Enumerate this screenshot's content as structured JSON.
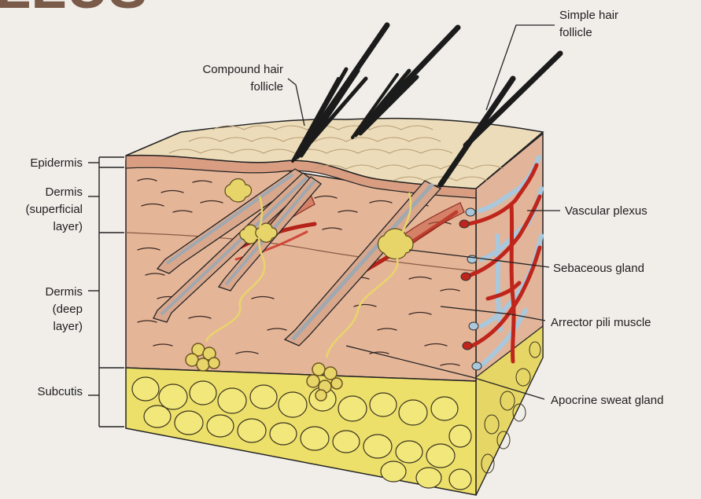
{
  "header": {
    "partial_title": "LLUS"
  },
  "labels": {
    "compound_hair_follicle": [
      "Compound hair",
      "follicle"
    ],
    "simple_hair_follicle": [
      "Simple hair",
      "follicle"
    ],
    "epidermis": [
      "Epidermis"
    ],
    "dermis_superficial": [
      "Dermis",
      "(superficial",
      "layer)"
    ],
    "dermis_deep": [
      "Dermis",
      "(deep",
      "layer)"
    ],
    "subcutis": [
      "Subcutis"
    ],
    "vascular_plexus": [
      "Vascular plexus"
    ],
    "sebaceous_gland": [
      "Sebaceous gland"
    ],
    "arrector_pili_muscle": [
      "Arrector pili muscle"
    ],
    "apocrine_sweat_gland": [
      "Apocrine sweat gland"
    ]
  },
  "colors": {
    "background": "#f1eeea",
    "epidermis": "#eddcb9",
    "dermis": "#e5b598",
    "dermis_dark": "#c98e74",
    "subcutis_fat": "#ede06a",
    "artery": "#c0251b",
    "vein": "#a9c8dc",
    "gland": "#e8d569",
    "hair": "#1b1b1b"
  }
}
